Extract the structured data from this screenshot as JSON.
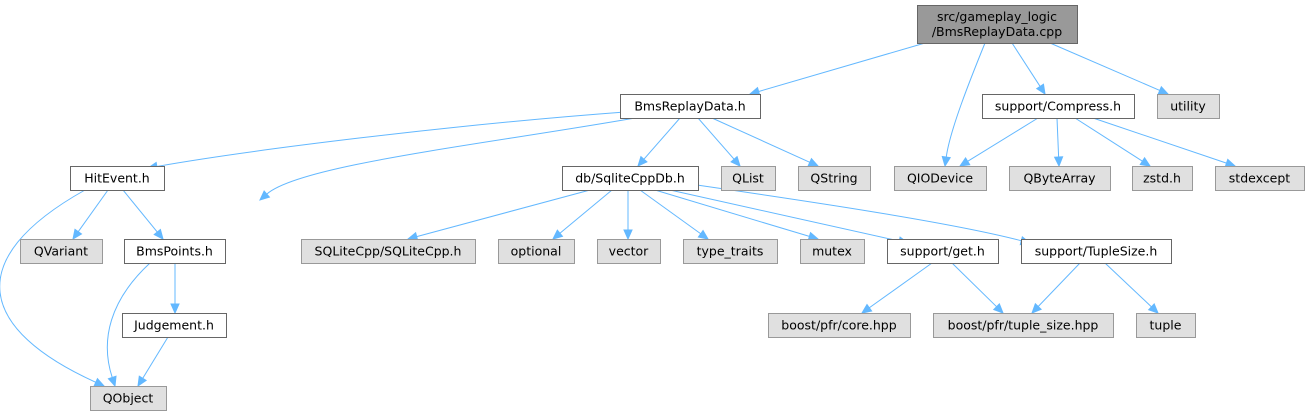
{
  "colors": {
    "edge": "#63b8ff",
    "root_fill": "#999999",
    "root_stroke": "#666666",
    "local_fill": "#ffffff",
    "local_stroke": "#666666",
    "external_fill": "#e0e0e0",
    "external_stroke": "#999999"
  },
  "nodes": [
    {
      "id": "root",
      "kind": "root",
      "lines": [
        "src/gameplay_logic",
        "/BmsReplayData.cpp"
      ]
    },
    {
      "id": "bmsreplaydata_h",
      "kind": "local",
      "lines": [
        "BmsReplayData.h"
      ]
    },
    {
      "id": "support_compress_h",
      "kind": "local",
      "lines": [
        "support/Compress.h"
      ]
    },
    {
      "id": "utility",
      "kind": "external",
      "lines": [
        "utility"
      ]
    },
    {
      "id": "hitevent_h",
      "kind": "local",
      "lines": [
        "HitEvent.h"
      ]
    },
    {
      "id": "db_sqlitecppdb_h",
      "kind": "local",
      "lines": [
        "db/SqliteCppDb.h"
      ]
    },
    {
      "id": "qlist",
      "kind": "external",
      "lines": [
        "QList"
      ]
    },
    {
      "id": "qstring",
      "kind": "external",
      "lines": [
        "QString"
      ]
    },
    {
      "id": "qiodevice",
      "kind": "external",
      "lines": [
        "QIODevice"
      ]
    },
    {
      "id": "qbytearray",
      "kind": "external",
      "lines": [
        "QByteArray"
      ]
    },
    {
      "id": "zstd_h",
      "kind": "external",
      "lines": [
        "zstd.h"
      ]
    },
    {
      "id": "stdexcept",
      "kind": "external",
      "lines": [
        "stdexcept"
      ]
    },
    {
      "id": "qvariant",
      "kind": "external",
      "lines": [
        "QVariant"
      ]
    },
    {
      "id": "bmspoints_h",
      "kind": "local",
      "lines": [
        "BmsPoints.h"
      ]
    },
    {
      "id": "sqlitecpp_h",
      "kind": "external",
      "lines": [
        "SQLiteCpp/SQLiteCpp.h"
      ]
    },
    {
      "id": "optional",
      "kind": "external",
      "lines": [
        "optional"
      ]
    },
    {
      "id": "vector",
      "kind": "external",
      "lines": [
        "vector"
      ]
    },
    {
      "id": "type_traits",
      "kind": "external",
      "lines": [
        "type_traits"
      ]
    },
    {
      "id": "mutex",
      "kind": "external",
      "lines": [
        "mutex"
      ]
    },
    {
      "id": "support_get_h",
      "kind": "local",
      "lines": [
        "support/get.h"
      ]
    },
    {
      "id": "support_tuplesize_h",
      "kind": "local",
      "lines": [
        "support/TupleSize.h"
      ]
    },
    {
      "id": "judgement_h",
      "kind": "local",
      "lines": [
        "Judgement.h"
      ]
    },
    {
      "id": "boost_pfr_core_hpp",
      "kind": "external",
      "lines": [
        "boost/pfr/core.hpp"
      ]
    },
    {
      "id": "boost_pfr_tuple_size_hpp",
      "kind": "external",
      "lines": [
        "boost/pfr/tuple_size.hpp"
      ]
    },
    {
      "id": "tuple",
      "kind": "external",
      "lines": [
        "tuple"
      ]
    },
    {
      "id": "qobject",
      "kind": "external",
      "lines": [
        "QObject"
      ]
    }
  ],
  "edges": [
    {
      "from": "root",
      "to": "bmsreplaydata_h"
    },
    {
      "from": "root",
      "to": "qiodevice"
    },
    {
      "from": "root",
      "to": "support_compress_h"
    },
    {
      "from": "root",
      "to": "utility"
    },
    {
      "from": "bmsreplaydata_h",
      "to": "hitevent_h"
    },
    {
      "from": "bmsreplaydata_h",
      "to": "qobject"
    },
    {
      "from": "bmsreplaydata_h",
      "to": "db_sqlitecppdb_h"
    },
    {
      "from": "bmsreplaydata_h",
      "to": "qlist"
    },
    {
      "from": "bmsreplaydata_h",
      "to": "qstring"
    },
    {
      "from": "support_compress_h",
      "to": "qiodevice"
    },
    {
      "from": "support_compress_h",
      "to": "qbytearray"
    },
    {
      "from": "support_compress_h",
      "to": "zstd_h"
    },
    {
      "from": "support_compress_h",
      "to": "stdexcept"
    },
    {
      "from": "hitevent_h",
      "to": "qobject"
    },
    {
      "from": "hitevent_h",
      "to": "qvariant"
    },
    {
      "from": "hitevent_h",
      "to": "bmspoints_h"
    },
    {
      "from": "bmspoints_h",
      "to": "qobject"
    },
    {
      "from": "bmspoints_h",
      "to": "judgement_h"
    },
    {
      "from": "judgement_h",
      "to": "qobject"
    },
    {
      "from": "db_sqlitecppdb_h",
      "to": "sqlitecpp_h"
    },
    {
      "from": "db_sqlitecppdb_h",
      "to": "optional"
    },
    {
      "from": "db_sqlitecppdb_h",
      "to": "vector"
    },
    {
      "from": "db_sqlitecppdb_h",
      "to": "type_traits"
    },
    {
      "from": "db_sqlitecppdb_h",
      "to": "mutex"
    },
    {
      "from": "db_sqlitecppdb_h",
      "to": "support_get_h"
    },
    {
      "from": "db_sqlitecppdb_h",
      "to": "support_tuplesize_h"
    },
    {
      "from": "support_get_h",
      "to": "boost_pfr_core_hpp"
    },
    {
      "from": "support_get_h",
      "to": "boost_pfr_tuple_size_hpp"
    },
    {
      "from": "support_tuplesize_h",
      "to": "boost_pfr_tuple_size_hpp"
    },
    {
      "from": "support_tuplesize_h",
      "to": "tuple"
    }
  ]
}
